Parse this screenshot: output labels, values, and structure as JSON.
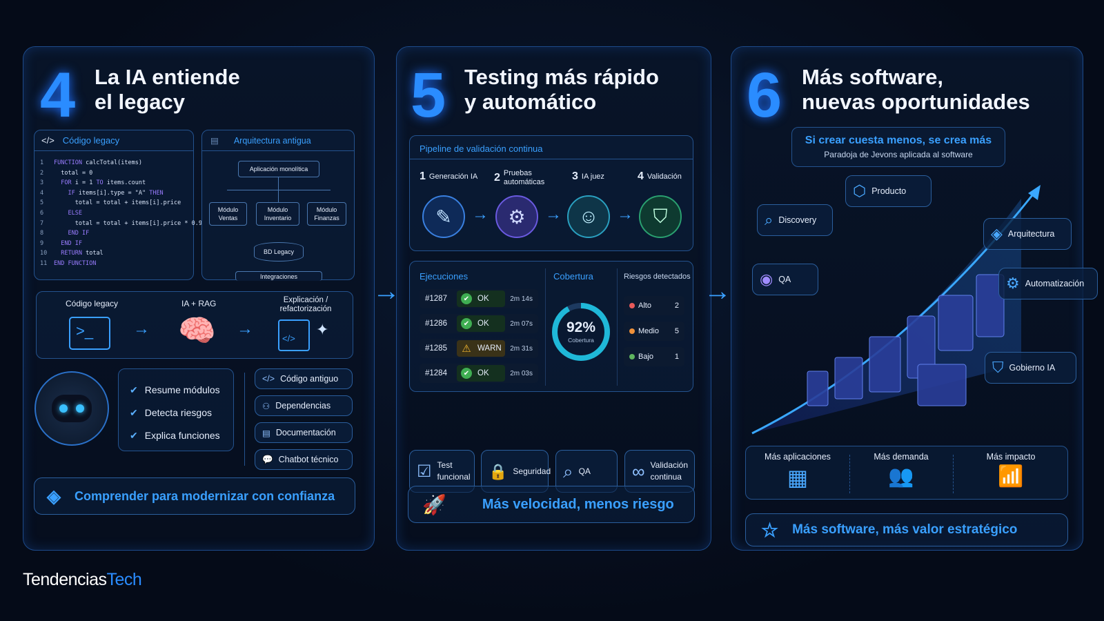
{
  "panel4": {
    "number": "4",
    "title_l1": "La IA entiende",
    "title_l2": "el legacy",
    "code_header": "Código legacy",
    "code_lines": [
      {
        "n": "1",
        "t": "FUNCTION calcTotal(items)"
      },
      {
        "n": "2",
        "t": "  total = 0"
      },
      {
        "n": "3",
        "t": "  FOR i = 1 TO items.count"
      },
      {
        "n": "4",
        "t": "    IF items[i].type = \"A\" THEN"
      },
      {
        "n": "5",
        "t": "      total = total + items[i].price"
      },
      {
        "n": "6",
        "t": "    ELSE"
      },
      {
        "n": "7",
        "t": "      total = total + items[i].price * 0.9"
      },
      {
        "n": "8",
        "t": "    END IF"
      },
      {
        "n": "9",
        "t": "  END IF"
      },
      {
        "n": "10",
        "t": "  RETURN total"
      },
      {
        "n": "11",
        "t": "END FUNCTION"
      }
    ],
    "arch_header": "Arquitectura antigua",
    "arch": {
      "app": "Aplicación monolítica",
      "m1": "Módulo Ventas",
      "m2": "Módulo Inventario",
      "m3": "Módulo Finanzas",
      "db": "BD Legacy",
      "int": "Integraciones"
    },
    "flow": [
      "Código legacy",
      "IA + RAG",
      "Explicación / refactorización"
    ],
    "checks": [
      "Resume módulos",
      "Detecta riesgos",
      "Explica funciones"
    ],
    "chips": [
      "Código antiguo",
      "Dependencias",
      "Documentación",
      "Chatbot técnico"
    ],
    "banner": "Comprender para modernizar con confianza"
  },
  "panel5": {
    "number": "5",
    "title_l1": "Testing más rápido",
    "title_l2": "y automático",
    "pipeline_title": "Pipeline de validación continua",
    "steps": [
      {
        "n": "1",
        "l": "Generación IA"
      },
      {
        "n": "2",
        "l": "Pruebas automáticas"
      },
      {
        "n": "3",
        "l": "IA juez"
      },
      {
        "n": "4",
        "l": "Validación"
      }
    ],
    "exec_title": "Ejecuciones",
    "runs": [
      {
        "id": "#1287",
        "s": "OK",
        "t": "2m 14s"
      },
      {
        "id": "#1286",
        "s": "OK",
        "t": "2m 07s"
      },
      {
        "id": "#1285",
        "s": "WARN",
        "t": "2m 31s"
      },
      {
        "id": "#1284",
        "s": "OK",
        "t": "2m 03s"
      }
    ],
    "cov_title": "Cobertura",
    "coverage_pct": 92,
    "cov_value": "92%",
    "cov_label": "Cobertura",
    "risk_title": "Riesgos detectados",
    "risks": [
      {
        "l": "Alto",
        "v": "2",
        "c": "#e85a5a"
      },
      {
        "l": "Medio",
        "v": "5",
        "c": "#f0913a"
      },
      {
        "l": "Bajo",
        "v": "1",
        "c": "#5fb55f"
      }
    ],
    "tiles": [
      "Test funcional",
      "Seguridad",
      "QA",
      "Validación continua"
    ],
    "banner": "Más velocidad, menos riesgo"
  },
  "panel6": {
    "number": "6",
    "title_l1": "Más software,",
    "title_l2": "nuevas oportunidades",
    "quote": "Si crear cuesta menos, se crea más",
    "quote_sub": "Paradoja de Jevons aplicada al software",
    "nodes": [
      "Producto",
      "Discovery",
      "Arquitectura",
      "QA",
      "Automatización",
      "Gobierno IA"
    ],
    "stats": [
      "Más aplicaciones",
      "Más demanda",
      "Más impacto"
    ],
    "banner": "Más software, más valor estratégico"
  },
  "brand": {
    "a": "Tendencias",
    "b": "Tech",
    "accent": "#2a8cff"
  }
}
